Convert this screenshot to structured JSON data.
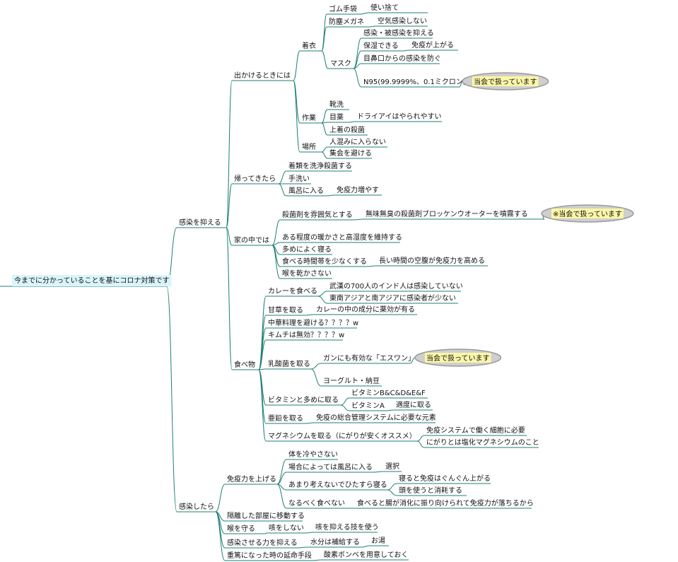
{
  "root": "今までに分かっていることを基にコロナ対策です",
  "prevent": {
    "label": "感染を抑える",
    "going_out": {
      "label": "出かけるときには",
      "clothing": {
        "label": "着衣",
        "gloves": "ゴム手袋",
        "gloves_note": "使い捨て",
        "goggles": "防塵メガネ",
        "goggles_note": "空気感染しない",
        "mask_benefit": "感染・被感染を抑える",
        "mask": "マスク",
        "moist": "保湿できる",
        "moist_note": "免疫が上がる",
        "eyes": "目鼻口からの感染を防ぐ",
        "n95": "N95(99.9999%、0.1ミクロン)",
        "n95_note": "当会で扱っています"
      },
      "work": {
        "label": "作業",
        "shoes": "靴洗",
        "eyedrops": "目薬",
        "eyedrops_note": "ドライアイはやられやすい",
        "coat": "上着の殺菌"
      },
      "place": {
        "label": "場所",
        "crowds": "人混みに入らない",
        "gatherings": "集会を避ける"
      }
    },
    "return_home": {
      "label": "帰ってきたら",
      "wash_clothes": "着類を洗浄殺菌する",
      "wash_hands": "手洗い",
      "bath": "風呂に入る",
      "bath_note": "免疫力増やす"
    },
    "in_home": {
      "label": "家の中では",
      "spray": "殺菌剤を雰囲気とする",
      "spray_note": "無味無臭の殺菌剤ブロッケンウオーターを噴霧する",
      "spray_note2": "※当会で扱っています",
      "warm": "ある程度の暖かさと高湿度を維持する",
      "sleep": "多めによく寝る",
      "eat_less": "食べる時間帯を少なくする",
      "eat_less_note": "長い時間の空腹が免疫力を高める",
      "throat": "喉を乾かさない"
    },
    "food": {
      "label": "食べ物",
      "curry": "カレーを食べる",
      "curry_note1": "武漢の700人のインド人は感染していない",
      "curry_note2": "東南アジアと南アジアに感染者が少ない",
      "licorice": "甘草を取る",
      "licorice_note": "カレーの中の成分に薬効が有る",
      "chinese": "中華料理を避ける？？？？w",
      "kimchi": "キムチは無効？？？？w",
      "lactic": "乳酸菌を取る",
      "eswan": "ガンにも有効な「エスワン」",
      "eswan_note": "当会で扱っています",
      "yogurt": "ヨーグルト・納豆",
      "vitamin": "ビタミンと多めに取る",
      "vitamin_bc": "ビタミンB&C&D&E&F",
      "vitamin_a": "ビタミンA",
      "vitamin_a_note": "適度に取る",
      "zinc": "亜鉛を取る",
      "zinc_note": "免疫の総合管理システムに必要な元素",
      "magnesium": "マグネシウムを取る（にがりが安くオススメ）",
      "magnesium_note1": "免疫システムで働く細胞に必要",
      "magnesium_note2": "にがりとは塩化マグネシウムのこと"
    }
  },
  "infected": {
    "label": "感染したら",
    "immunity": {
      "label": "免疫力を上げる",
      "cold": "体を冷やさない",
      "bath": "場合によっては風呂に入る",
      "bath_note": "選択",
      "sleep": "あまり考えないでひたすら寝る",
      "sleep_note1": "寝ると免疫はぐんぐん上がる",
      "sleep_note2": "頭を使うと消耗する",
      "no_eat": "なるべく食べない",
      "no_eat_note": "食べると腸が消化に振り向けられて免疫力が落ちるから"
    },
    "isolate": "隔離した部屋に移動する",
    "throat": "喉を守る",
    "throat_a": "咳をしない",
    "throat_b": "咳を抑える技を使う",
    "reduce": "感染させる力を抑える",
    "reduce_a": "水分は補給する",
    "reduce_b": "お湯",
    "severe": "重篤になった時の延命手段",
    "severe_a": "酸素ボンベを用意しておく"
  }
}
